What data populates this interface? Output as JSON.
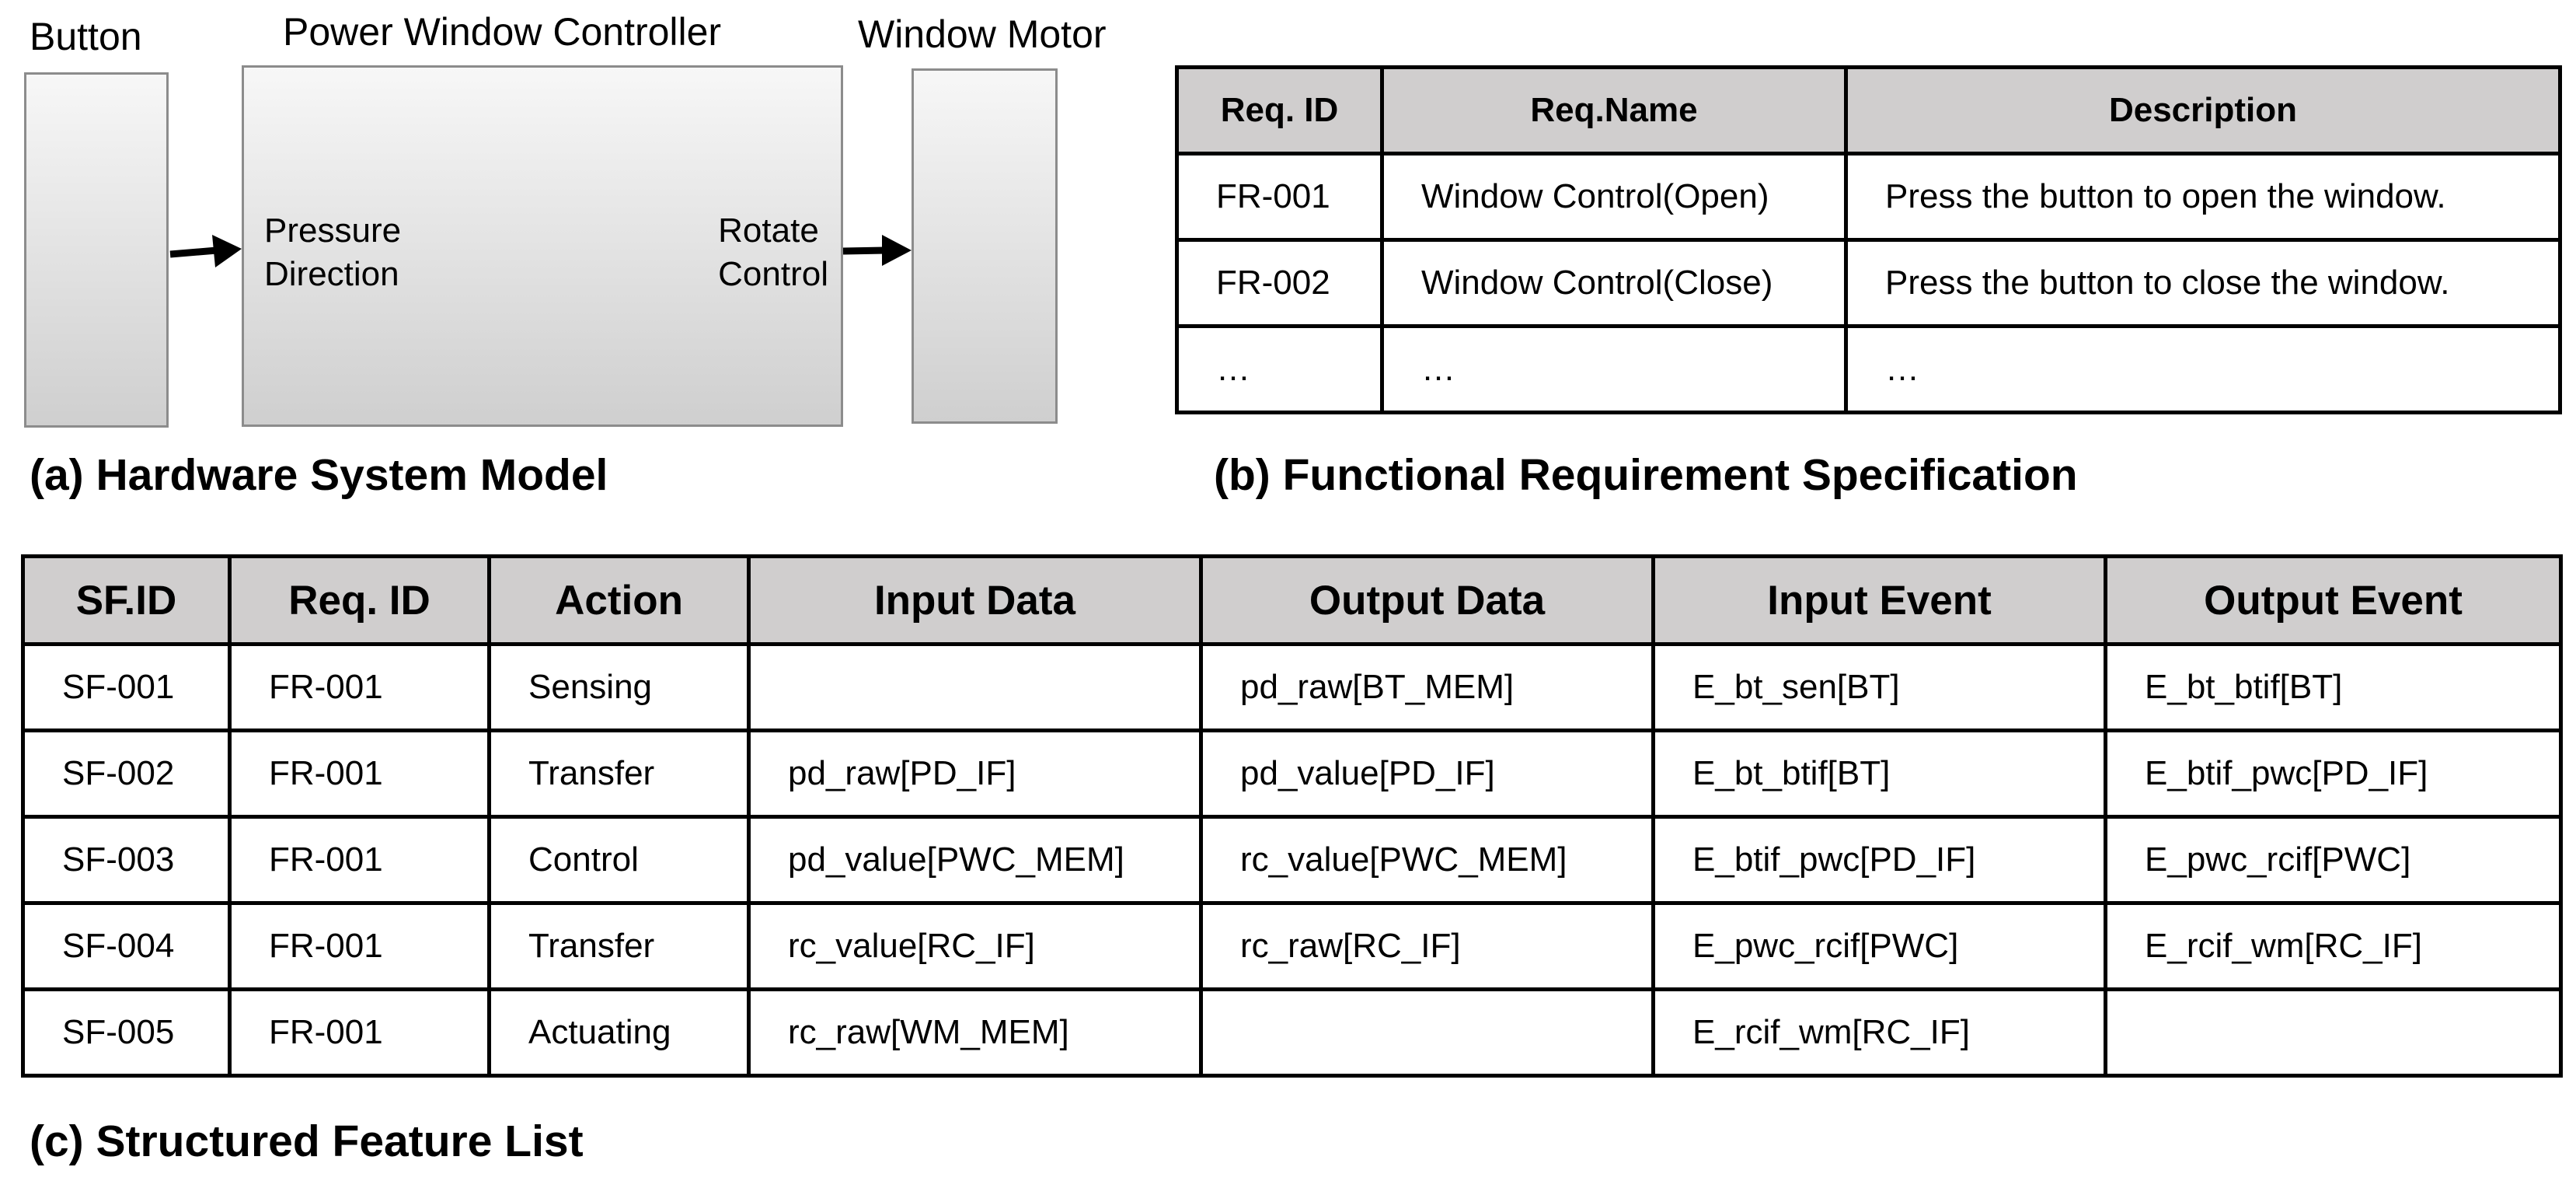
{
  "hardware_model": {
    "button_title": "Button",
    "controller_title": "Power Window Controller",
    "motor_title": "Window Motor",
    "input_port_line1": "Pressure",
    "input_port_line2": "Direction",
    "output_port_line1": "Rotate",
    "output_port_line2": "Control",
    "caption": "(a) Hardware System Model"
  },
  "requirements": {
    "caption": "(b) Functional Requirement Specification",
    "columns": [
      "Req. ID",
      "Req.Name",
      "Description"
    ],
    "rows": [
      [
        "FR-001",
        "Window Control(Open)",
        "Press the button to open the window."
      ],
      [
        "FR-002",
        "Window Control(Close)",
        "Press the button to close the window."
      ],
      [
        "…",
        "…",
        "…"
      ]
    ]
  },
  "feature_list": {
    "caption": "(c) Structured Feature List",
    "columns": [
      "SF.ID",
      "Req. ID",
      "Action",
      "Input Data",
      "Output Data",
      "Input Event",
      "Output Event"
    ],
    "rows": [
      [
        "SF-001",
        "FR-001",
        "Sensing",
        "",
        "pd_raw[BT_MEM]",
        "E_bt_sen[BT]",
        "E_bt_btif[BT]"
      ],
      [
        "SF-002",
        "FR-001",
        "Transfer",
        "pd_raw[PD_IF]",
        "pd_value[PD_IF]",
        "E_bt_btif[BT]",
        "E_btif_pwc[PD_IF]"
      ],
      [
        "SF-003",
        "FR-001",
        "Control",
        "pd_value[PWC_MEM]",
        "rc_value[PWC_MEM]",
        "E_btif_pwc[PD_IF]",
        "E_pwc_rcif[PWC]"
      ],
      [
        "SF-004",
        "FR-001",
        "Transfer",
        "rc_value[RC_IF]",
        "rc_raw[RC_IF]",
        "E_pwc_rcif[PWC]",
        "E_rcif_wm[RC_IF]"
      ],
      [
        "SF-005",
        "FR-001",
        "Actuating",
        "rc_raw[WM_MEM]",
        "",
        "E_rcif_wm[RC_IF]",
        ""
      ]
    ]
  }
}
